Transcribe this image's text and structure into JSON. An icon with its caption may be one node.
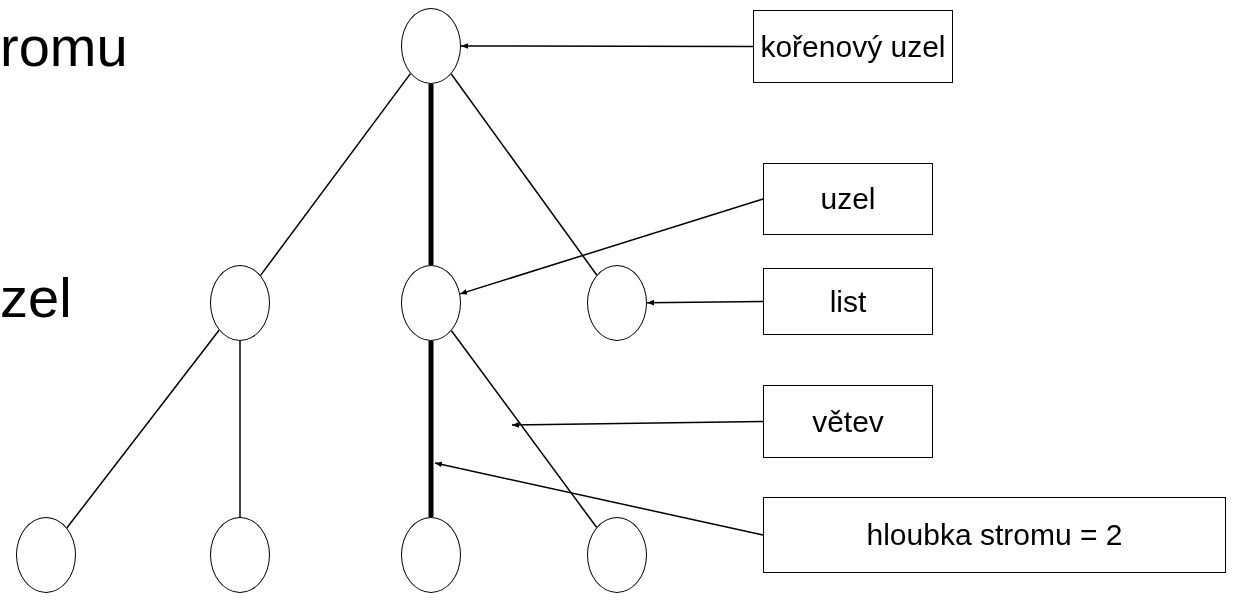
{
  "diagram": {
    "nodes": [
      {
        "text": [],
        "shape": "circle"
      },
      {
        "text": [],
        "shape": "circle"
      },
      {
        "text": [],
        "shape": "circle"
      },
      {
        "text": [],
        "shape": "circle"
      },
      {
        "text": [],
        "shape": "circle"
      },
      {
        "text": [],
        "shape": "circle"
      },
      {
        "text": [],
        "shape": "circle"
      },
      {
        "text": [],
        "shape": "circle"
      },
      {
        "text": [
          "kořenový uzel"
        ]
      },
      {
        "text": [
          "uzel"
        ]
      },
      {
        "text": [
          "list"
        ]
      },
      {
        "text": [
          "větev"
        ]
      },
      {
        "text": [
          "hloubka stromu = 2"
        ]
      }
    ],
    "edges": [
      {
        "from": 0,
        "to": 1,
        "arrow": "none"
      },
      {
        "from": 0,
        "to": 2,
        "arrow": "none",
        "style": "thick"
      },
      {
        "from": 0,
        "to": 3,
        "arrow": "none"
      },
      {
        "from": 1,
        "to": 4,
        "arrow": "none"
      },
      {
        "from": 1,
        "to": 5,
        "arrow": "none"
      },
      {
        "from": 2,
        "to": 6,
        "arrow": "none",
        "style": "thick"
      },
      {
        "from": 2,
        "to": 7,
        "arrow": "none"
      },
      {
        "from": 8,
        "to": 0,
        "arrow": "to"
      },
      {
        "from": 9,
        "to": 2,
        "arrow": "to"
      },
      {
        "from": 10,
        "to": 3,
        "arrow": "to"
      },
      {
        "from": 11,
        "to": null,
        "arrow": "to"
      },
      {
        "from": 12,
        "to": null,
        "arrow": "to"
      }
    ],
    "labels": [
      "romu",
      "zel"
    ]
  }
}
